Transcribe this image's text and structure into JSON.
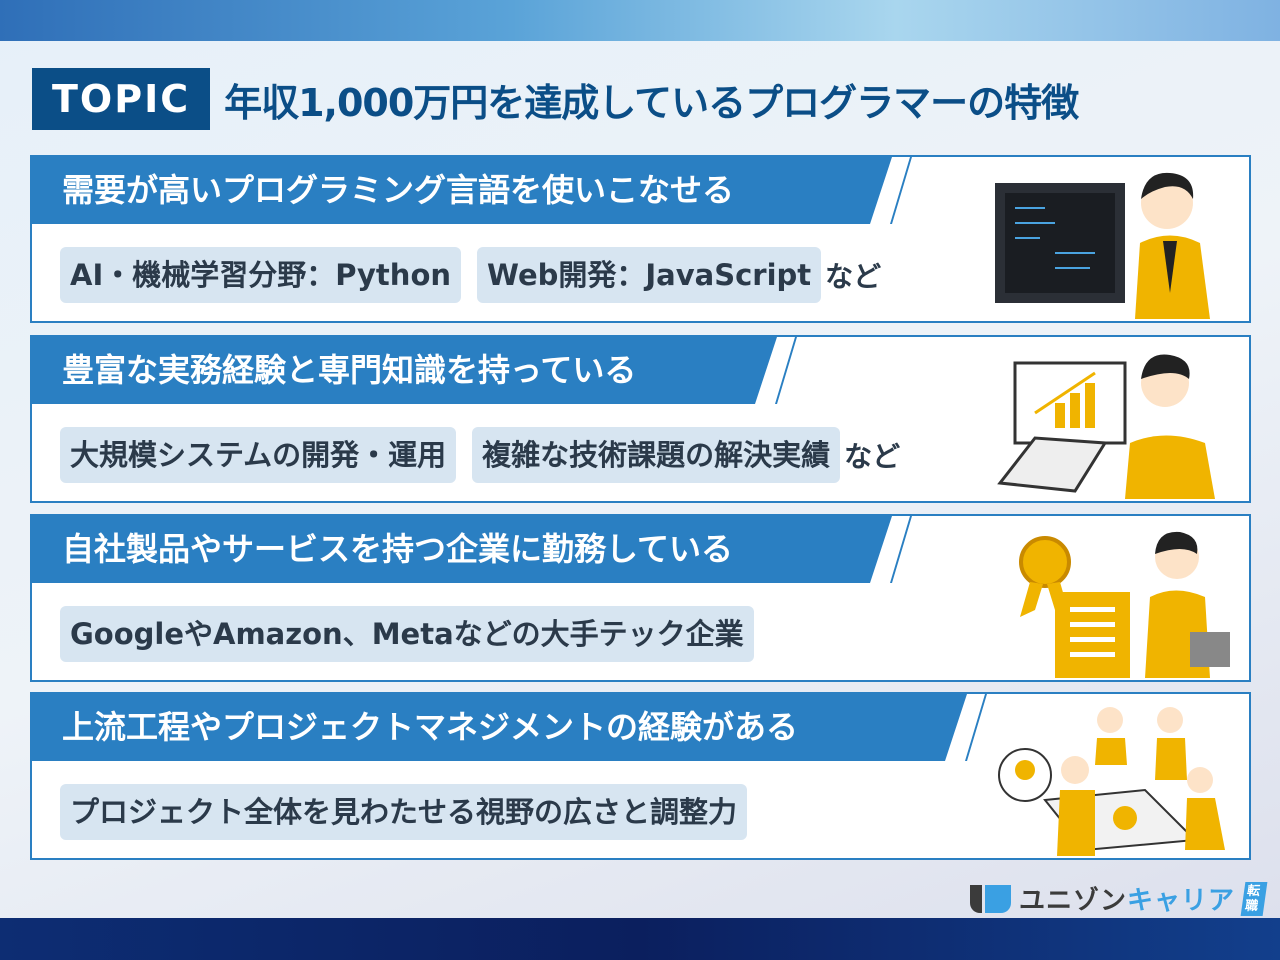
{
  "title": {
    "badge": "TOPIC",
    "text": "年収1,000万円を達成しているプログラマーの特徴"
  },
  "cards": [
    {
      "heading": "需要が高いプログラミング言語を使いこなせる",
      "chips": [
        "AI・機械学習分野：Python",
        "Web開発：JavaScript"
      ],
      "suffix": "など",
      "illustration": "programmer-with-code-screen"
    },
    {
      "heading": "豊富な実務経験と専門知識を持っている",
      "chips": [
        "大規模システムの開発・運用",
        "複雑な技術課題の解決実績"
      ],
      "suffix": "など",
      "illustration": "man-thinking-with-charts"
    },
    {
      "heading": "自社製品やサービスを持つ企業に勤務している",
      "chips": [
        "GoogleやAmazon、Metaなどの大手テック企業"
      ],
      "suffix": "",
      "illustration": "businessman-with-award-building"
    },
    {
      "heading": "上流工程やプロジェクトマネジメントの経験がある",
      "chips": [
        "プロジェクト全体を見わたせる視野の広さと調整力"
      ],
      "suffix": "",
      "illustration": "team-meeting"
    }
  ],
  "logo": {
    "main": "ユニゾン",
    "accent": "キャリア",
    "badge": "転職"
  },
  "colors": {
    "navy": "#0b4e87",
    "blue": "#2a7fc2",
    "chip": "#d7e5f1",
    "yellow": "#f0b400"
  }
}
